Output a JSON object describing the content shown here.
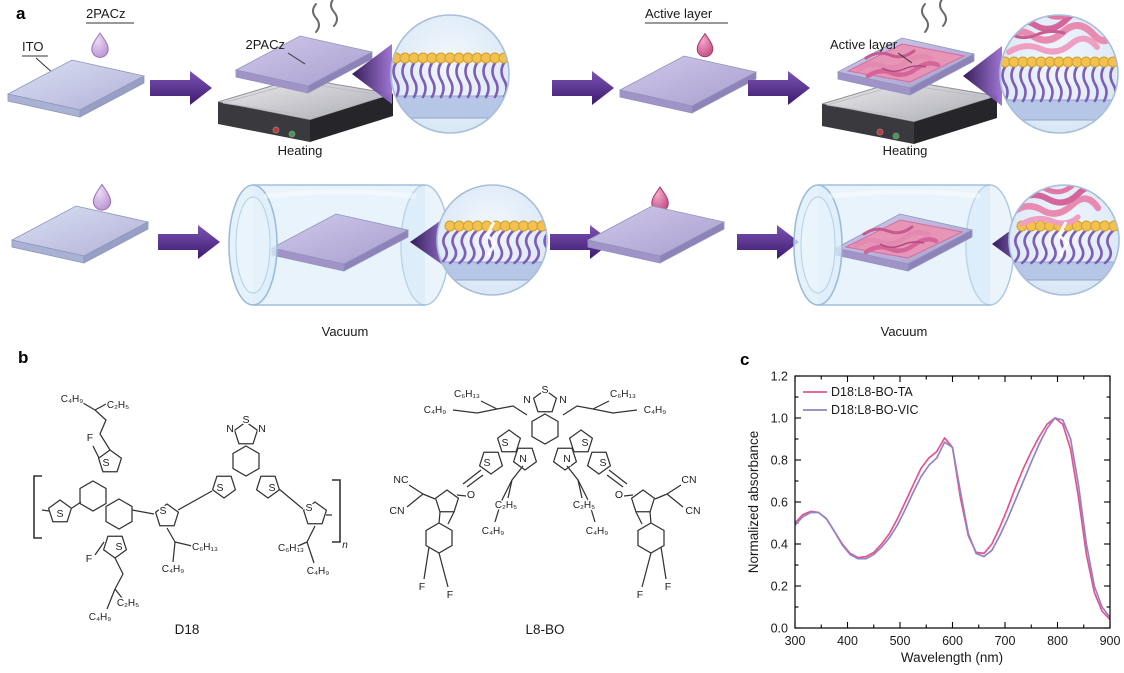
{
  "figure": {
    "panel_a_label": "a",
    "panel_b_label": "b",
    "panel_c_label": "c"
  },
  "panel_a": {
    "ito_label": "ITO",
    "pacz_drop_label": "2PACz",
    "pacz_film_label": "2PACz",
    "heating_label_1": "Heating",
    "heating_label_2": "Heating",
    "active_layer_drop_label": "Active layer",
    "active_layer_film_label": "Active layer",
    "vacuum_label_1": "Vacuum",
    "vacuum_label_2": "Vacuum"
  },
  "panel_b": {
    "d18": {
      "name": "D18",
      "labels": {
        "chain_top_main": "C₄H₉",
        "chain_top_branch": "C₂H₅",
        "f_top": "F",
        "s_top_ring": "S",
        "s_left_ring": "S",
        "s_bottom_ring": "S",
        "s_mid_ring": "S",
        "s_thiadiazole": "S",
        "n_left": "N",
        "n_right": "N",
        "s_fused_left": "S",
        "s_fused_right": "S",
        "s_right_ring": "S",
        "f_bottom": "F",
        "chain_bottom_branch": "C₂H₅",
        "chain_bottom_main": "C₄H₉",
        "chain_mid_branch": "C₆H₁₃",
        "chain_mid_main": "C₄H₉",
        "chain_right_branch": "C₆H₁₃",
        "chain_right_main": "C₄H₉",
        "repeat_subscript": "n"
      }
    },
    "l8bo": {
      "name": "L8-BO",
      "labels": {
        "s_thiadiazole": "S",
        "n_thiadiazole_left": "N",
        "n_thiadiazole_right": "N",
        "chain_tl_branch": "C₆H₁₃",
        "chain_tl_main": "C₄H₉",
        "chain_tr_branch": "C₆H₁₃",
        "chain_tr_main": "C₄H₉",
        "s_core_left": "S",
        "s_core_right": "S",
        "n_core_left": "N",
        "n_core_right": "N",
        "s_bridge_left": "S",
        "s_bridge_right": "S",
        "chain_nl_top": "C₂H₅",
        "chain_nl_bottom": "C₄H₉",
        "chain_nr_top": "C₂H₅",
        "chain_nr_bottom": "C₄H₉",
        "nc_left": "NC",
        "cn_left": "CN",
        "o_left": "O",
        "f_left_1": "F",
        "f_left_2": "F",
        "cn_right_1": "CN",
        "cn_right_2": "CN",
        "o_right": "O",
        "f_right_1": "F",
        "f_right_2": "F"
      }
    }
  },
  "chart_data": {
    "type": "line",
    "title": "",
    "xlabel": "Wavelength (nm)",
    "ylabel": "Normalized absorbance",
    "xlim": [
      300,
      900
    ],
    "ylim": [
      0.0,
      1.2
    ],
    "xticks": [
      300,
      400,
      500,
      600,
      700,
      800,
      900
    ],
    "yticks": [
      0.0,
      0.2,
      0.4,
      0.6,
      0.8,
      1.0,
      1.2
    ],
    "grid": false,
    "legend_position": "top-left",
    "x": [
      300,
      315,
      330,
      345,
      360,
      375,
      390,
      405,
      420,
      435,
      450,
      465,
      480,
      495,
      510,
      525,
      540,
      555,
      570,
      585,
      600,
      615,
      630,
      645,
      660,
      675,
      690,
      705,
      720,
      735,
      750,
      765,
      780,
      795,
      810,
      825,
      840,
      855,
      870,
      885,
      900
    ],
    "series": [
      {
        "name": "D18:L8-BO-TA",
        "color": "#e8538f",
        "values": [
          0.5,
          0.54,
          0.555,
          0.55,
          0.52,
          0.46,
          0.4,
          0.355,
          0.335,
          0.34,
          0.36,
          0.4,
          0.45,
          0.52,
          0.6,
          0.68,
          0.76,
          0.81,
          0.84,
          0.905,
          0.86,
          0.62,
          0.44,
          0.36,
          0.355,
          0.4,
          0.48,
          0.57,
          0.67,
          0.76,
          0.84,
          0.91,
          0.97,
          1.0,
          0.97,
          0.85,
          0.62,
          0.35,
          0.17,
          0.08,
          0.04
        ]
      },
      {
        "name": "D18:L8-BO-VIC",
        "color": "#9184c4",
        "values": [
          0.49,
          0.53,
          0.55,
          0.55,
          0.52,
          0.46,
          0.395,
          0.35,
          0.33,
          0.33,
          0.35,
          0.385,
          0.43,
          0.49,
          0.565,
          0.645,
          0.72,
          0.775,
          0.81,
          0.885,
          0.86,
          0.65,
          0.45,
          0.355,
          0.34,
          0.37,
          0.44,
          0.52,
          0.61,
          0.7,
          0.79,
          0.875,
          0.95,
          1.0,
          0.99,
          0.9,
          0.68,
          0.4,
          0.2,
          0.1,
          0.05
        ]
      }
    ]
  }
}
